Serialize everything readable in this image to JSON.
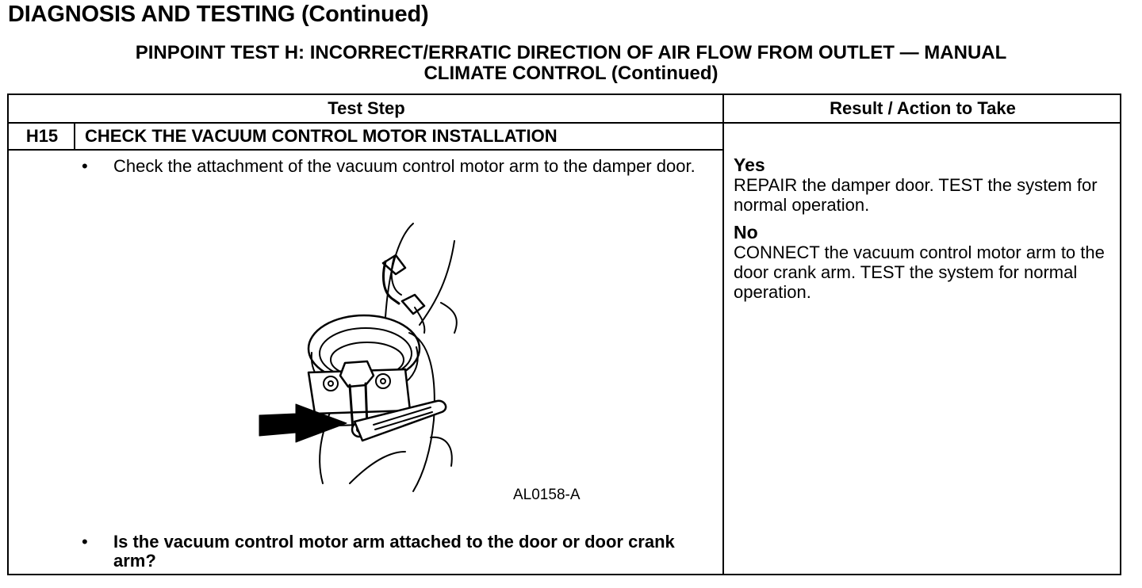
{
  "page": {
    "title": "DIAGNOSIS AND TESTING (Continued)",
    "subtitle_line1": "PINPOINT TEST  H: INCORRECT/ERRATIC DIRECTION OF AIR FLOW FROM OUTLET — MANUAL",
    "subtitle_line2": "CLIMATE CONTROL (Continued)"
  },
  "table": {
    "col_test_step": "Test Step",
    "col_result": "Result / Action to Take",
    "step": {
      "id": "H15",
      "title": "CHECK THE VACUUM CONTROL MOTOR INSTALLATION",
      "bullet_char": "•",
      "instruction": "Check the attachment of the vacuum control motor arm to the damper door.",
      "figure_label": "AL0158-A",
      "question": "Is the vacuum control motor arm attached to the door or door crank arm?"
    },
    "results": {
      "yes_label": "Yes",
      "yes_action": "REPAIR the damper door. TEST the system for normal operation.",
      "no_label": "No",
      "no_action": "CONNECT the vacuum control motor arm to the door crank arm. TEST the system for normal operation."
    }
  }
}
